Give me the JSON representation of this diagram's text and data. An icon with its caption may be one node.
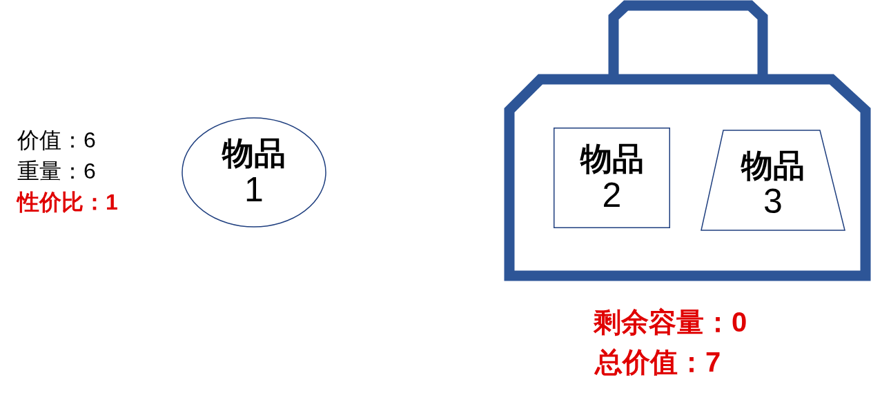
{
  "diagram": {
    "nodes": [
      {
        "text": [
          "物品",
          "1"
        ],
        "beside": [
          "价值：6",
          "重量：6",
          "性价比：1"
        ]
      },
      {
        "text": [],
        "shape": "picture",
        "beside": [
          "剩余容量：0",
          "总价值：7"
        ]
      },
      {
        "text": [
          "物品",
          "2"
        ],
        "in": 1
      },
      {
        "text": [
          "物品",
          "3"
        ],
        "in": 1
      }
    ]
  }
}
